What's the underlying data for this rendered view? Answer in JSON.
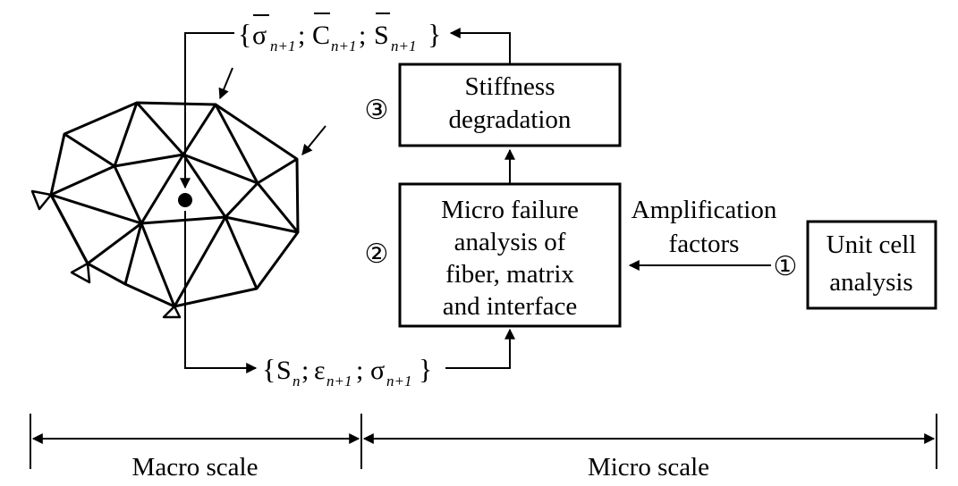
{
  "diagram": {
    "boxes": {
      "stiffness": {
        "label": "Stiffness degradation",
        "lines": [
          "Stiffness",
          "degradation"
        ]
      },
      "micro_failure": {
        "label": "Micro failure analysis of fiber, matrix and interface",
        "lines": [
          "Micro failure",
          "analysis of",
          "fiber, matrix",
          "and interface"
        ]
      },
      "unit_cell": {
        "label": "Unit cell analysis",
        "lines": [
          "Unit cell",
          "analysis"
        ]
      }
    },
    "markers": {
      "one": "①",
      "two": "②",
      "three": "③"
    },
    "edge_labels": {
      "amplification": {
        "label": "Amplification factors",
        "lines": [
          "Amplification",
          "factors"
        ]
      }
    },
    "top_set": {
      "open": "{",
      "close": "}",
      "sep": ";",
      "sigma": "σ",
      "sigma_sub": "n+1",
      "c": "C",
      "c_sub": "n+1",
      "s": "S",
      "s_sub": "n+1"
    },
    "bottom_set": {
      "open": "{",
      "close": "}",
      "sep": ";",
      "s": "S",
      "s_sub": "n",
      "eps": "ε",
      "eps_sub": "n+1",
      "sigma": "σ",
      "sigma_sub": "n+1"
    },
    "scales": {
      "macro": "Macro scale",
      "micro": "Micro scale"
    }
  }
}
